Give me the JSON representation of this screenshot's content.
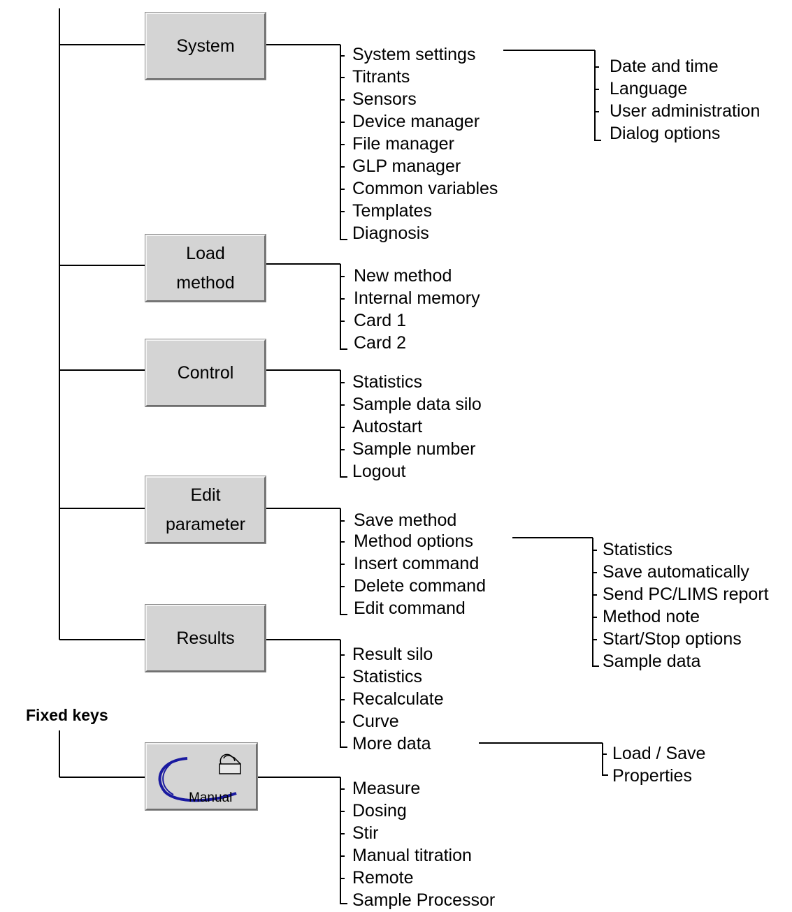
{
  "menus": [
    {
      "label": "System",
      "items": [
        "System settings",
        "Titrants",
        "Sensors",
        "Device manager",
        "File manager",
        "GLP manager",
        "Common variables",
        "Templates",
        "Diagnosis"
      ]
    },
    {
      "label": "Load\nmethod",
      "items": [
        "New method",
        "Internal memory",
        "Card 1",
        "Card 2"
      ]
    },
    {
      "label": "Control",
      "items": [
        "Statistics",
        "Sample data silo",
        "Autostart",
        "Sample number",
        "Logout"
      ]
    },
    {
      "label": "Edit\nparameter",
      "items": [
        "Save method",
        "Method options",
        "Insert command",
        "Delete command",
        "Edit command"
      ]
    },
    {
      "label": "Results",
      "items": [
        "Result silo",
        "Statistics",
        "Recalculate",
        "Curve",
        "More data"
      ]
    }
  ],
  "submenus": {
    "system_settings": [
      "Date and time",
      "Language",
      "User administration",
      "Dialog options"
    ],
    "method_options": [
      "Statistics",
      "Save automatically",
      "Send PC/LIMS report",
      "Method note",
      "Start/Stop options",
      "Sample data"
    ],
    "more_data": [
      "Load / Save",
      "Properties"
    ]
  },
  "fixed_keys": {
    "title": "Fixed keys",
    "manual_label": "Manual",
    "manual_icon": "hand-icon",
    "items": [
      "Measure",
      "Dosing",
      "Stir",
      "Manual titration",
      "Remote",
      "Sample Processor"
    ]
  }
}
